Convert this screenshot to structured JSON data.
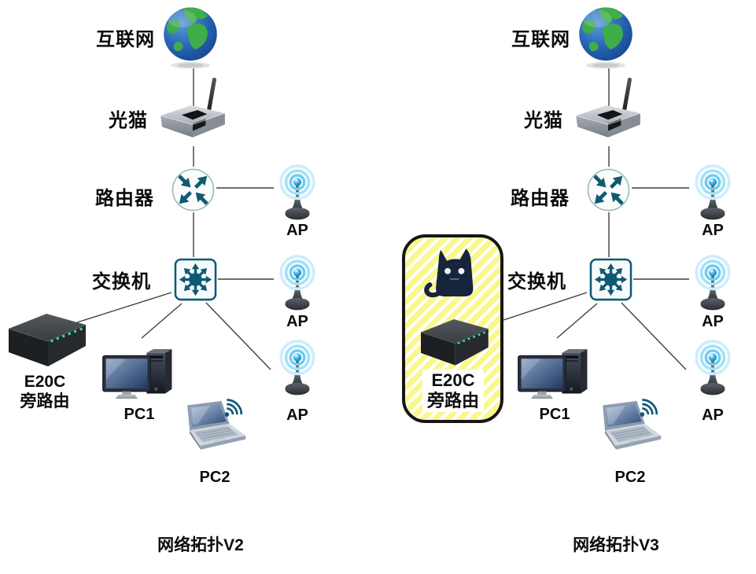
{
  "diagrams": [
    {
      "title": "网络拓扑V2",
      "labels": {
        "internet": "互联网",
        "modem": "光猫",
        "router": "路由器",
        "switch": "交换机",
        "ap1": "AP",
        "ap2": "AP",
        "ap3": "AP",
        "pc1": "PC1",
        "pc2": "PC2",
        "e20c_line1": "E20C",
        "e20c_line2": "旁路由"
      },
      "edges": [
        "internet-modem",
        "modem-router",
        "router-switch",
        "router-ap1",
        "switch-ap2",
        "switch-ap3",
        "switch-pc1",
        "switch-e20c"
      ],
      "e20c_highlighted": false
    },
    {
      "title": "网络拓扑V3",
      "labels": {
        "internet": "互联网",
        "modem": "光猫",
        "router": "路由器",
        "switch": "交换机",
        "ap1": "AP",
        "ap2": "AP",
        "ap3": "AP",
        "pc1": "PC1",
        "pc2": "PC2",
        "e20c_line1": "E20C",
        "e20c_line2": "旁路由"
      },
      "edges": [
        "internet-modem",
        "modem-router",
        "router-switch",
        "router-ap1",
        "switch-ap2",
        "switch-ap3",
        "switch-pc1",
        "switch-e20c"
      ],
      "e20c_highlighted": true
    }
  ],
  "colors": {
    "background": "#ffffff",
    "label_text": "#0c0c0c",
    "connection_line": "#3f3f3f",
    "network_icon_teal": "#0f5a73",
    "highlight_stripe_yellow": "#faf78d",
    "highlight_border_black": "#161616",
    "cat_navy": "#16253b",
    "led_green": "#39d98a",
    "ap_ring_blue": "#6fcdf1",
    "globe_ocean_blue": "#2a68b8",
    "globe_land_green": "#3fae49"
  }
}
